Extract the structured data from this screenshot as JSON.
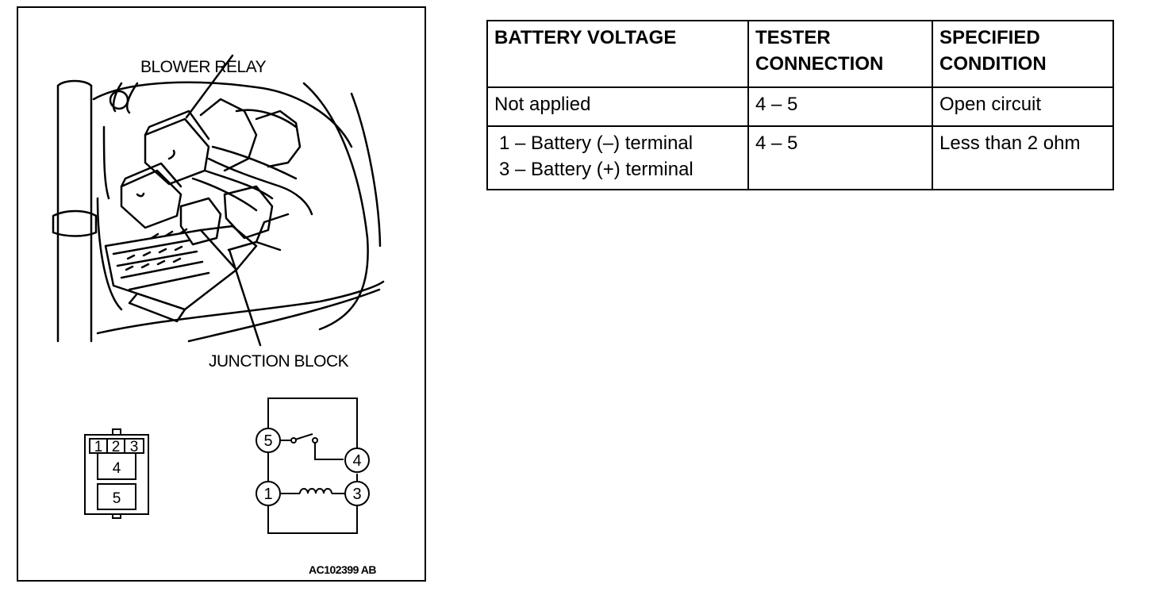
{
  "figure": {
    "callouts": {
      "blower_relay": "BLOWER RELAY",
      "junction_block": "JUNCTION BLOCK"
    },
    "figure_code": "AC102399 AB",
    "connector_terminals": {
      "row1": [
        "1",
        "2",
        "3"
      ],
      "t4": "4",
      "t5": "5"
    },
    "circuit_terminals": {
      "t5": "5",
      "t4": "4",
      "t1": "1",
      "t3": "3"
    }
  },
  "table": {
    "headers": {
      "battery_voltage": "BATTERY VOLTAGE",
      "tester_line1": "TESTER",
      "tester_line2": "CONNECTION",
      "specified_line1": "SPECIFIED",
      "specified_line2": "CONDITION"
    },
    "rows": [
      {
        "battery_voltage": [
          "Not applied"
        ],
        "tester_connection": "4 – 5",
        "specified_condition": "Open circuit"
      },
      {
        "battery_voltage": [
          "1 – Battery (–) terminal",
          "3 – Battery (+) terminal"
        ],
        "tester_connection": "4 – 5",
        "specified_condition": "Less than 2 ohm"
      }
    ]
  }
}
